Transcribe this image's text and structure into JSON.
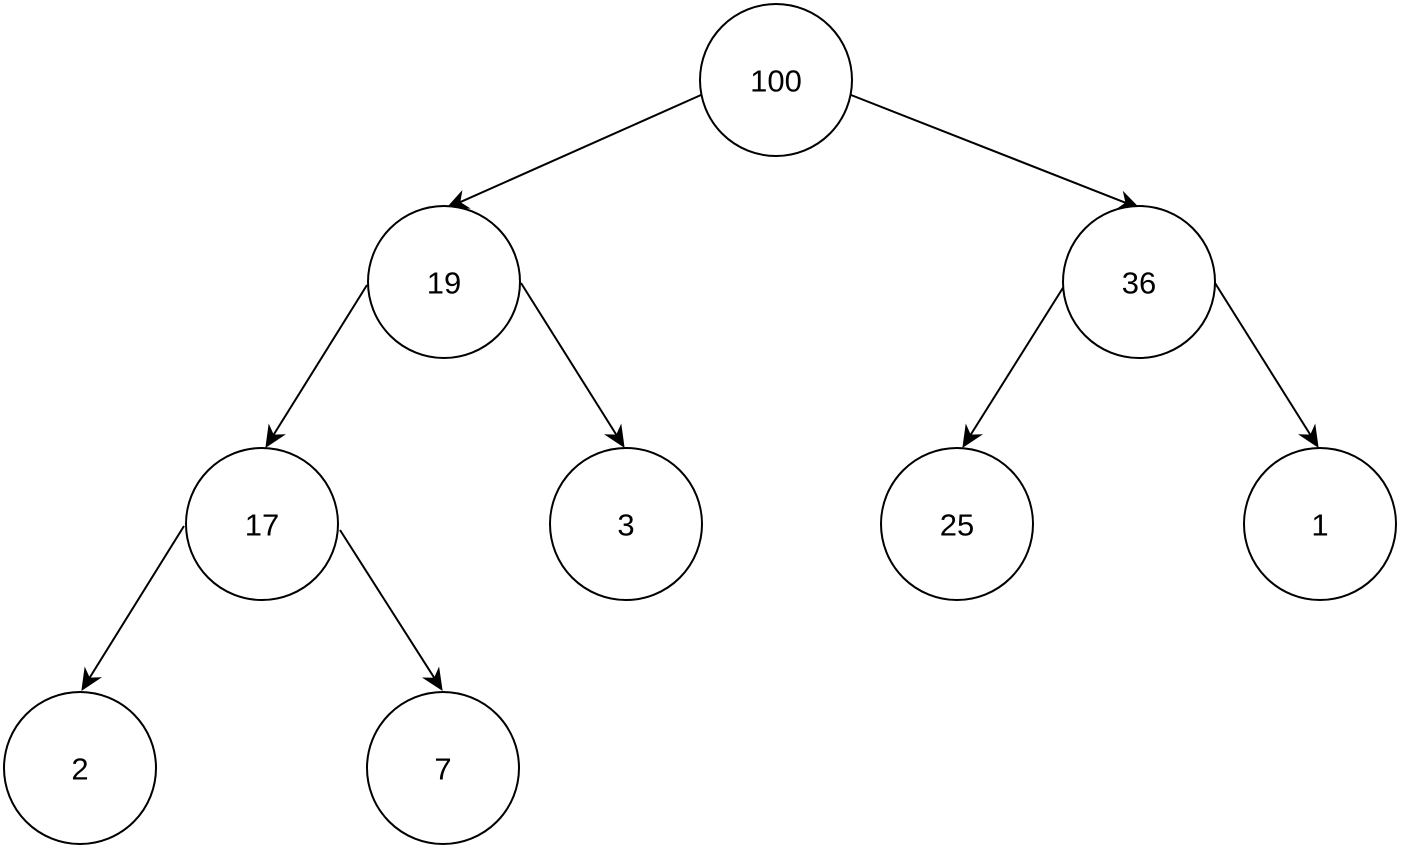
{
  "tree": {
    "nodes": [
      {
        "id": "n100",
        "label": "100"
      },
      {
        "id": "n19",
        "label": "19"
      },
      {
        "id": "n36",
        "label": "36"
      },
      {
        "id": "n17",
        "label": "17"
      },
      {
        "id": "n3",
        "label": "3"
      },
      {
        "id": "n25",
        "label": "25"
      },
      {
        "id": "n1",
        "label": "1"
      },
      {
        "id": "n2",
        "label": "2"
      },
      {
        "id": "n7",
        "label": "7"
      }
    ],
    "edges": [
      {
        "from": "n100",
        "to": "n19"
      },
      {
        "from": "n100",
        "to": "n36"
      },
      {
        "from": "n19",
        "to": "n17"
      },
      {
        "from": "n19",
        "to": "n3"
      },
      {
        "from": "n36",
        "to": "n25"
      },
      {
        "from": "n36",
        "to": "n1"
      },
      {
        "from": "n17",
        "to": "n2"
      },
      {
        "from": "n17",
        "to": "n7"
      }
    ]
  },
  "colors": {
    "stroke": "#000000",
    "fill": "#ffffff",
    "background": "#ffffff"
  }
}
